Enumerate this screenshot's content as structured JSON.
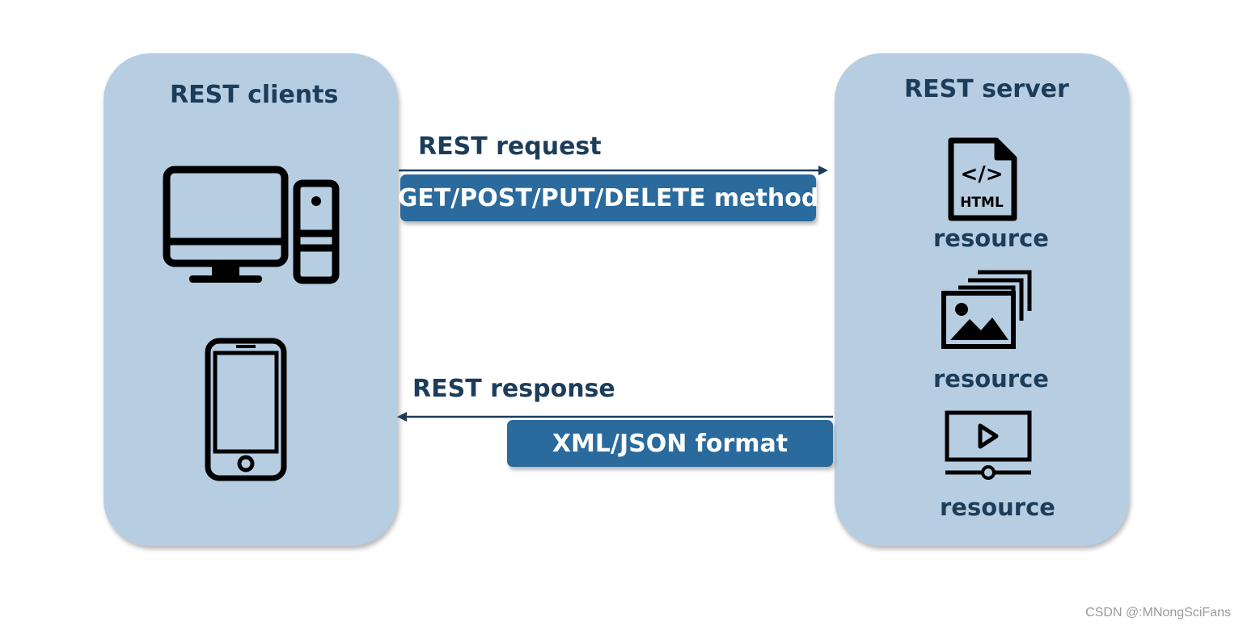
{
  "client": {
    "title": "REST clients",
    "icons": [
      "desktop-computer-icon",
      "smartphone-icon"
    ]
  },
  "server": {
    "title": "REST server",
    "resources": [
      {
        "icon": "html-file-icon",
        "label": "resource"
      },
      {
        "icon": "image-gallery-icon",
        "label": "resource"
      },
      {
        "icon": "video-player-icon",
        "label": "resource"
      }
    ]
  },
  "request": {
    "label": "REST request",
    "method": "GET/POST/PUT/DELETE method"
  },
  "response": {
    "label": "REST response",
    "format": "XML/JSON format"
  },
  "html_icon_text": "HTML",
  "code_icon_text": "</>",
  "watermark": "CSDN @:MNongSciFans",
  "colors": {
    "panel": "#b7cde2",
    "pill": "#2a6a9d",
    "text": "#1c3d5a",
    "arrow": "#1c3d5a"
  }
}
